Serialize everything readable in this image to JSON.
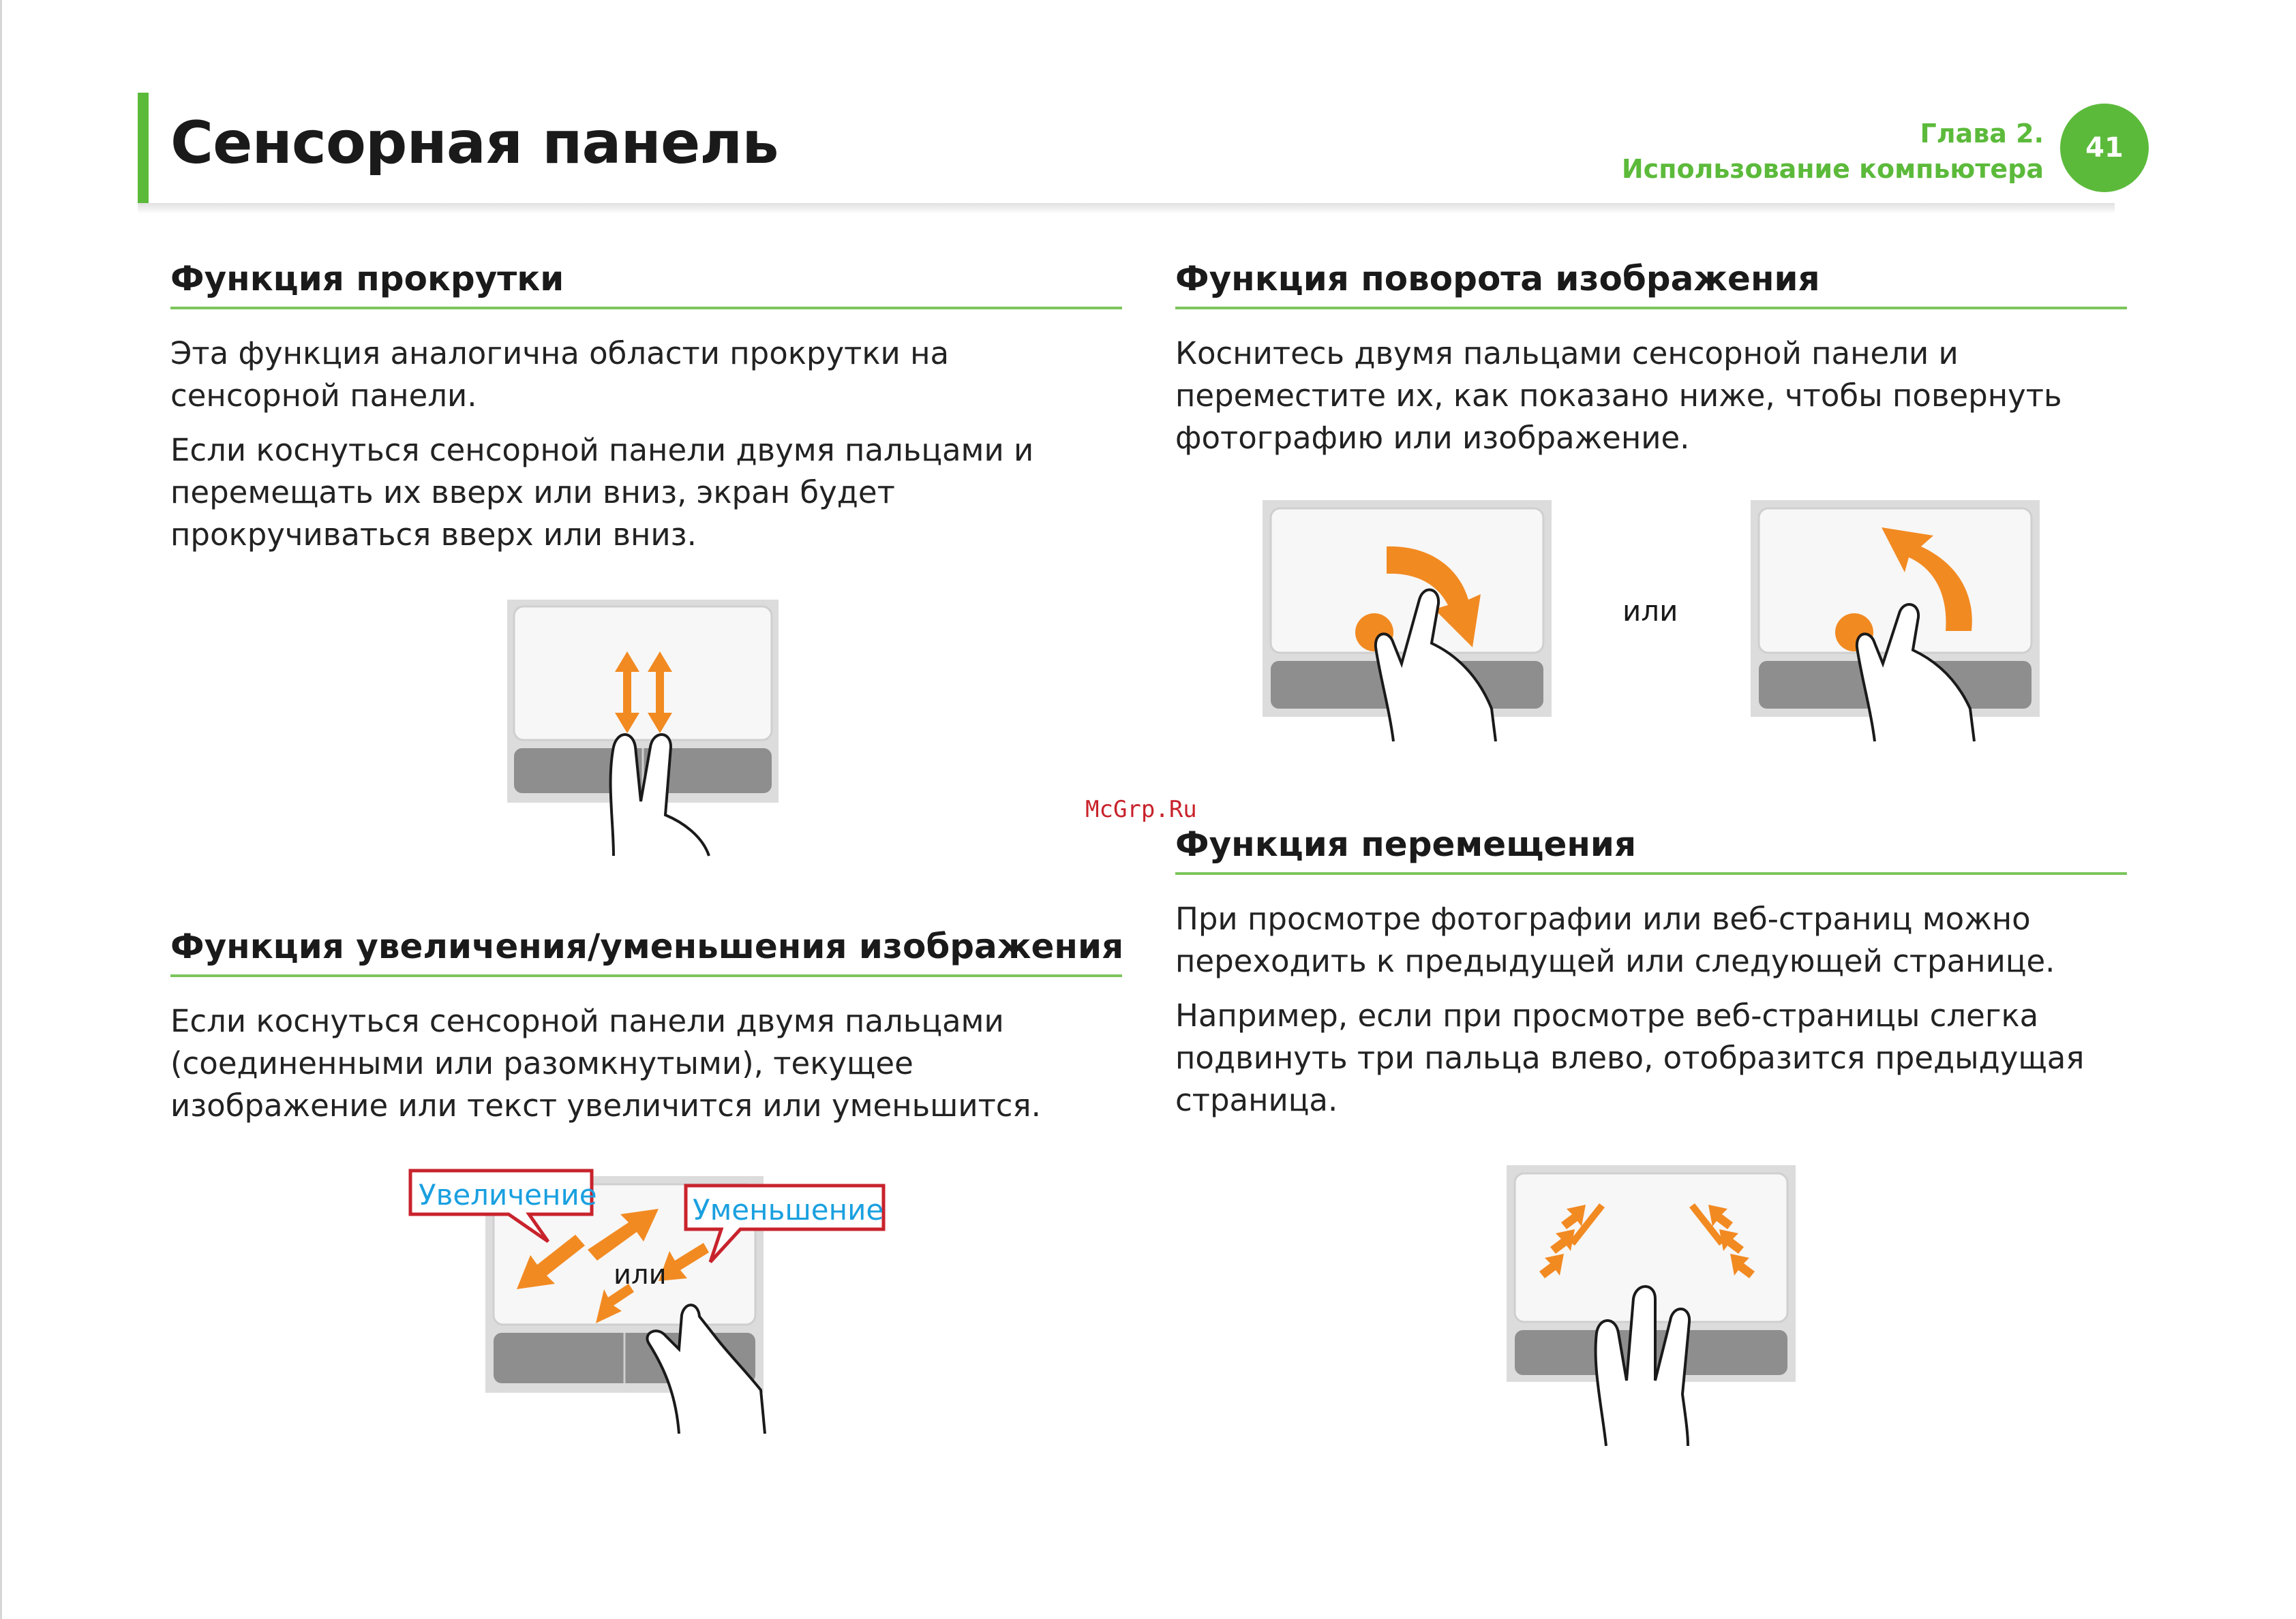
{
  "header": {
    "title": "Сенсорная панель",
    "chapter_line1": "Глава 2.",
    "chapter_line2": "Использование компьютера",
    "page_number": "41"
  },
  "sections": {
    "scroll": {
      "heading": "Функция прокрутки",
      "paragraphs": [
        "Эта функция аналогична области прокрутки на сенсорной панели.",
        "Если коснуться сенсорной панели двумя пальцами и перемещать их вверх или вниз, экран будет прокручиваться вверх или вниз."
      ]
    },
    "zoom": {
      "heading": "Функция увеличения/уменьшения изображения",
      "paragraphs": [
        "Если коснуться сенсорной панели двумя пальцами (соединенными или разомкнутыми), текущее изображение или текст увеличится или уменьшится."
      ],
      "label_zoom_in": "Увеличение",
      "label_zoom_out": "Уменьшение",
      "label_or": "или"
    },
    "rotate": {
      "heading": "Функция поворота изображения",
      "paragraphs": [
        "Коснитесь двумя пальцами сенсорной панели и переместите их, как показано ниже, чтобы повернуть фотографию или изображение."
      ],
      "label_or": "или"
    },
    "flick": {
      "heading": "Функция перемещения",
      "paragraphs": [
        "При просмотре фотографии или веб-страниц можно переходить к предыдущей или следующей странице.",
        "Например, если при просмотре веб-страницы слегка подвинуть три пальца влево, отобразится предыдущая страница."
      ]
    }
  },
  "watermark": "McGrp.Ru",
  "colors": {
    "accent_green": "#5cba3b",
    "arrow_orange": "#f28a22",
    "callout_red": "#c8232c",
    "callout_text_blue": "#1aa0e0"
  }
}
